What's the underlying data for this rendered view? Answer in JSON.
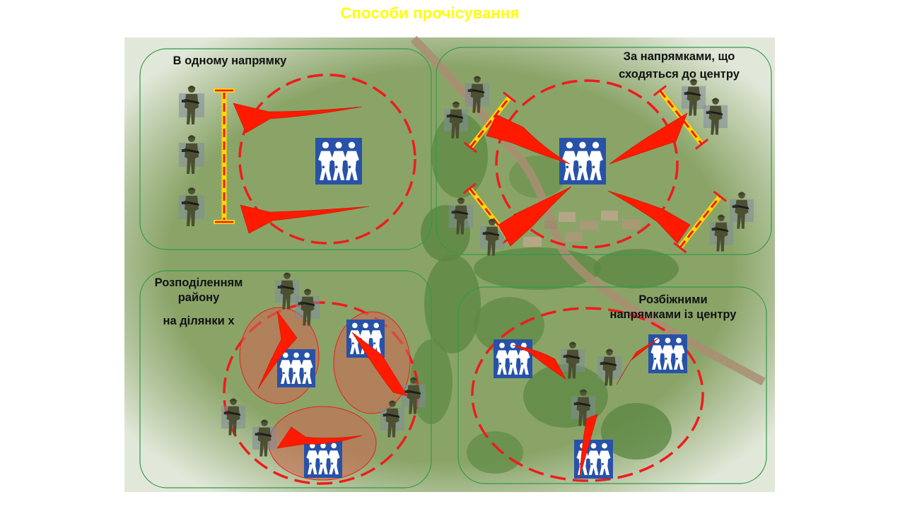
{
  "title": "Способи прочісування",
  "panels": {
    "one_direction": {
      "label": "В одному напрямку"
    },
    "converging": {
      "label_line1": "За напрямками, що",
      "label_line2": "сходяться  до центру"
    },
    "divided": {
      "label_line1": "Розподіленням",
      "label_line2": "району",
      "label_line3": "на ділянки  х"
    },
    "diverging": {
      "label_line1": "Розбіжними",
      "label_line2": "напрямками із центру"
    }
  },
  "colors": {
    "title": "#ffff00",
    "terrain": "#8aa468",
    "panel_border": "#2f9a4c",
    "arrow": "#ff1a00",
    "dash_circle": "#ee1c1c",
    "line_marker": "#ffd800",
    "group_icon_bg": "#2852a8",
    "sector_fill": "#c96a52",
    "road": "#a98e72"
  },
  "icons": {
    "soldier": "soldier-icon",
    "group": "running-group-icon",
    "line": "start-line-marker",
    "arrow": "movement-arrow"
  }
}
